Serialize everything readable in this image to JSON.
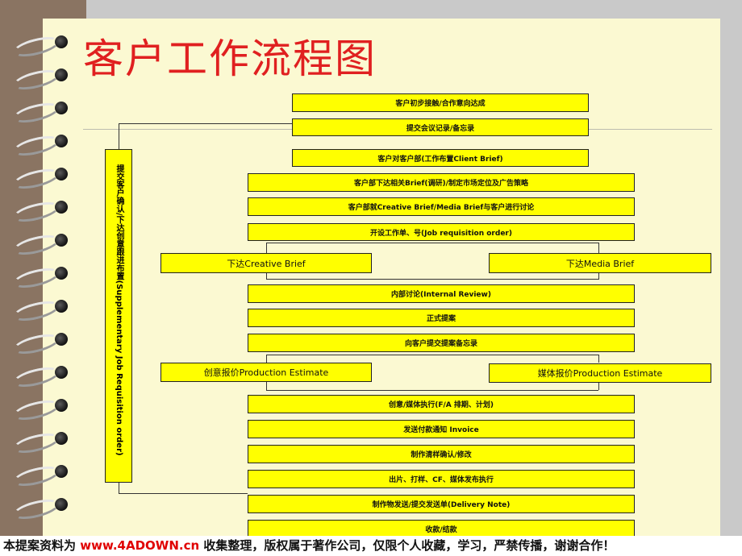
{
  "title": "客户工作流程图",
  "side_box": "提交客户确认/下达创意跟进布置(Supplementary Job Requisition order)",
  "steps": [
    "客户初步接触/合作意向达成",
    "提交会议记录/备忘录",
    "客户对客户部(工作布置Client Brief)",
    "客户部下达相关Brief(调研)/制定市场定位及广告策略",
    "客户部就Creative Brief/Media Brief与客户进行讨论",
    "开设工作单、号(Job requisition order)",
    "下达Creative Brief",
    "下达Media Brief",
    "内部讨论(Internal   Review)",
    "正式提案",
    "向客户提交提案备忘录",
    "创意报价Production Estimate",
    "媒体报价Production Estimate",
    "创意/媒体执行(F/A 排期、计划)",
    "发送付款通知 Invoice",
    "制作清样确认/修改",
    "出片、打样、CF、媒体发布执行",
    "制作物发送/提交发送单(Delivery Note)",
    "收款/结款"
  ],
  "footer": {
    "prefix": "本提案资料为 ",
    "site": "www.4ADOWN.cn",
    "suffix": " 收集整理，版权属于著作公司，仅限个人收藏，学习，严禁传播，谢谢合作！"
  }
}
